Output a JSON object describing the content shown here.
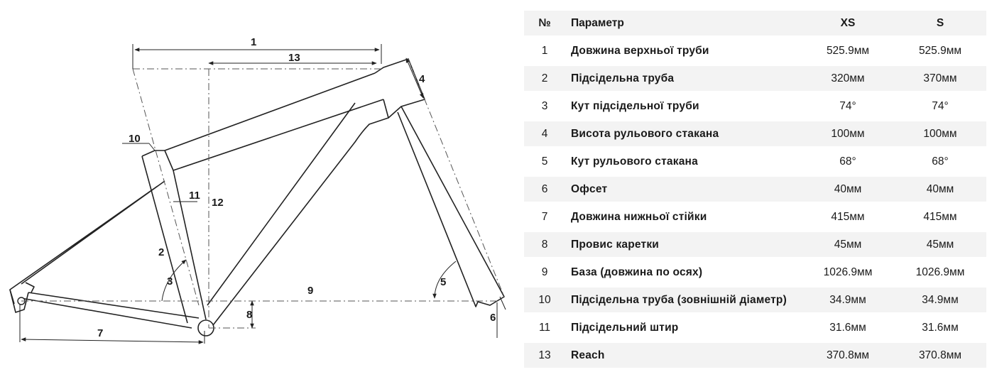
{
  "diagram": {
    "labels": [
      "1",
      "13",
      "4",
      "10",
      "11",
      "12",
      "2",
      "3",
      "9",
      "5",
      "8",
      "6",
      "7"
    ]
  },
  "table": {
    "headers": {
      "no": "№",
      "param": "Параметр",
      "size1": "XS",
      "size2": "S"
    },
    "rows": [
      {
        "no": "1",
        "param": "Довжина верхньої труби",
        "xs": "525.9мм",
        "s": "525.9мм"
      },
      {
        "no": "2",
        "param": "Підсідельна труба",
        "xs": "320мм",
        "s": "370мм"
      },
      {
        "no": "3",
        "param": "Кут підсідельної труби",
        "xs": "74°",
        "s": "74°"
      },
      {
        "no": "4",
        "param": "Висота рульового стакана",
        "xs": "100мм",
        "s": "100мм"
      },
      {
        "no": "5",
        "param": "Кут рульового стакана",
        "xs": "68°",
        "s": "68°"
      },
      {
        "no": "6",
        "param": "Офсет",
        "xs": "40мм",
        "s": "40мм"
      },
      {
        "no": "7",
        "param": "Довжина нижньої стійки",
        "xs": "415мм",
        "s": "415мм"
      },
      {
        "no": "8",
        "param": "Провис каретки",
        "xs": "45мм",
        "s": "45мм"
      },
      {
        "no": "9",
        "param": "База (довжина по осях)",
        "xs": "1026.9мм",
        "s": "1026.9мм"
      },
      {
        "no": "10",
        "param": "Підсідельна труба (зовнішній діаметр)",
        "xs": "34.9мм",
        "s": "34.9мм"
      },
      {
        "no": "11",
        "param": "Підсідельний штир",
        "xs": "31.6мм",
        "s": "31.6мм"
      },
      {
        "no": "13",
        "param": "Reach",
        "xs": "370.8мм",
        "s": "370.8мм"
      }
    ]
  }
}
